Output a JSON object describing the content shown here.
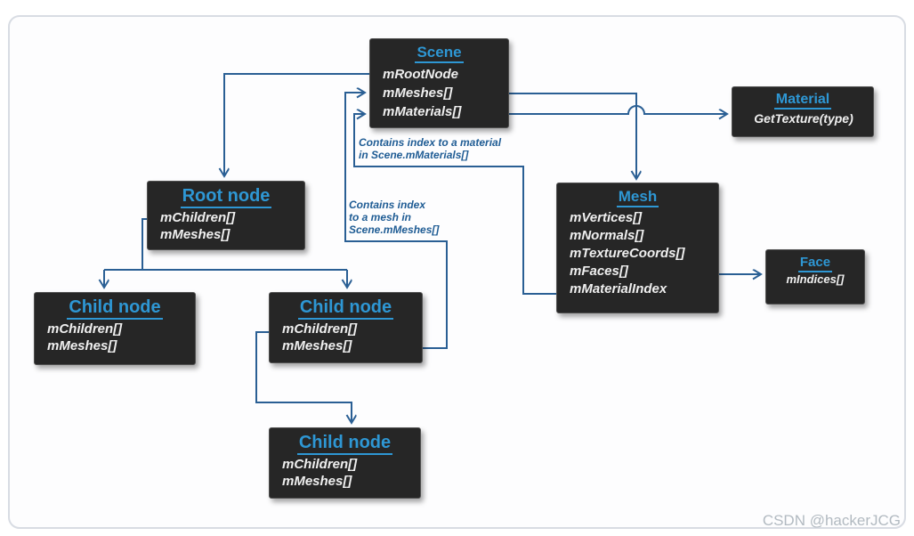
{
  "diagram": {
    "colors": {
      "box_background": "#262626",
      "title_accent": "#2e97d4",
      "connector_blue": "#2a5f94",
      "card_border": "#d8dce3"
    },
    "boxes": [
      {
        "id": "scene",
        "title": "Scene",
        "members": [
          "mRootNode",
          "mMeshes[]",
          "mMaterials[]"
        ]
      },
      {
        "id": "material",
        "title": "Material",
        "members": [
          "GetTexture(type)"
        ]
      },
      {
        "id": "root-node",
        "title": "Root node",
        "members": [
          "mChildren[]",
          "mMeshes[]"
        ]
      },
      {
        "id": "mesh",
        "title": "Mesh",
        "members": [
          "mVertices[]",
          "mNormals[]",
          "mTextureCoords[]",
          "mFaces[]",
          "mMaterialIndex"
        ]
      },
      {
        "id": "face",
        "title": "Face",
        "members": [
          "mIndices[]"
        ]
      },
      {
        "id": "child-node-left",
        "title": "Child node",
        "members": [
          "mChildren[]",
          "mMeshes[]"
        ]
      },
      {
        "id": "child-node-middle",
        "title": "Child node",
        "members": [
          "mChildren[]",
          "mMeshes[]"
        ]
      },
      {
        "id": "child-node-bottom",
        "title": "Child node",
        "members": [
          "mChildren[]",
          "mMeshes[]"
        ]
      }
    ],
    "annotations": [
      {
        "id": "material-index-note",
        "lines": [
          "Contains index to a material",
          "in Scene.mMaterials[]"
        ]
      },
      {
        "id": "mesh-index-note",
        "lines": [
          "Contains index",
          "to a mesh in",
          "Scene.mMeshes[]"
        ]
      }
    ],
    "watermark": "CSDN @hackerJCG"
  }
}
